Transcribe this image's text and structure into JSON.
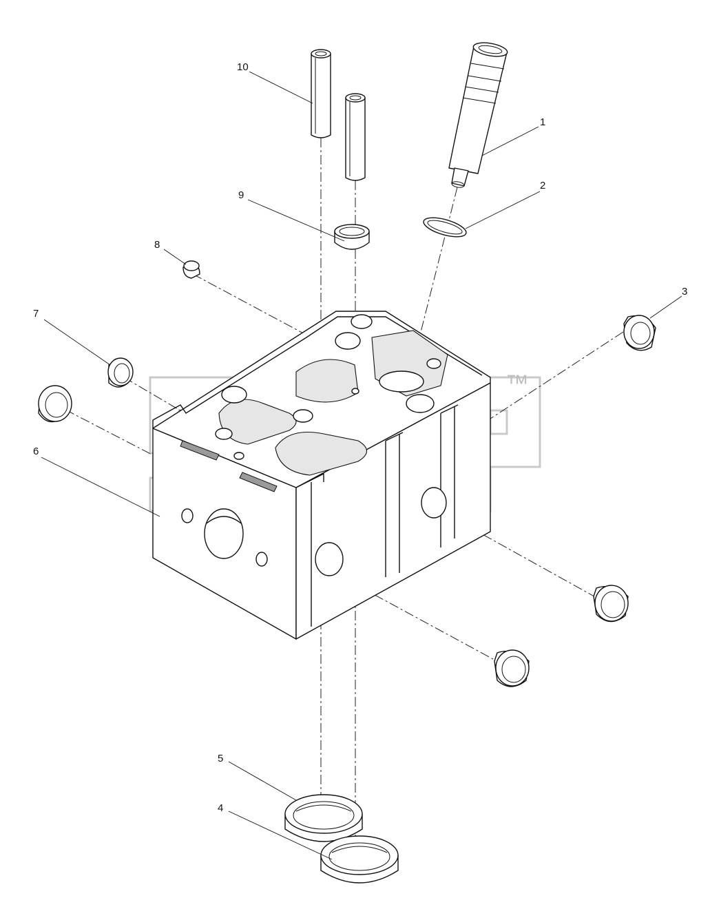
{
  "callouts": [
    {
      "id": "1",
      "label": "1"
    },
    {
      "id": "2",
      "label": "2"
    },
    {
      "id": "3",
      "label": "3"
    },
    {
      "id": "4",
      "label": "4"
    },
    {
      "id": "5",
      "label": "5"
    },
    {
      "id": "6",
      "label": "6"
    },
    {
      "id": "7",
      "label": "7"
    },
    {
      "id": "8",
      "label": "8"
    },
    {
      "id": "9",
      "label": "9"
    },
    {
      "id": "10",
      "label": "10"
    }
  ],
  "watermark": {
    "trademark": "™"
  }
}
